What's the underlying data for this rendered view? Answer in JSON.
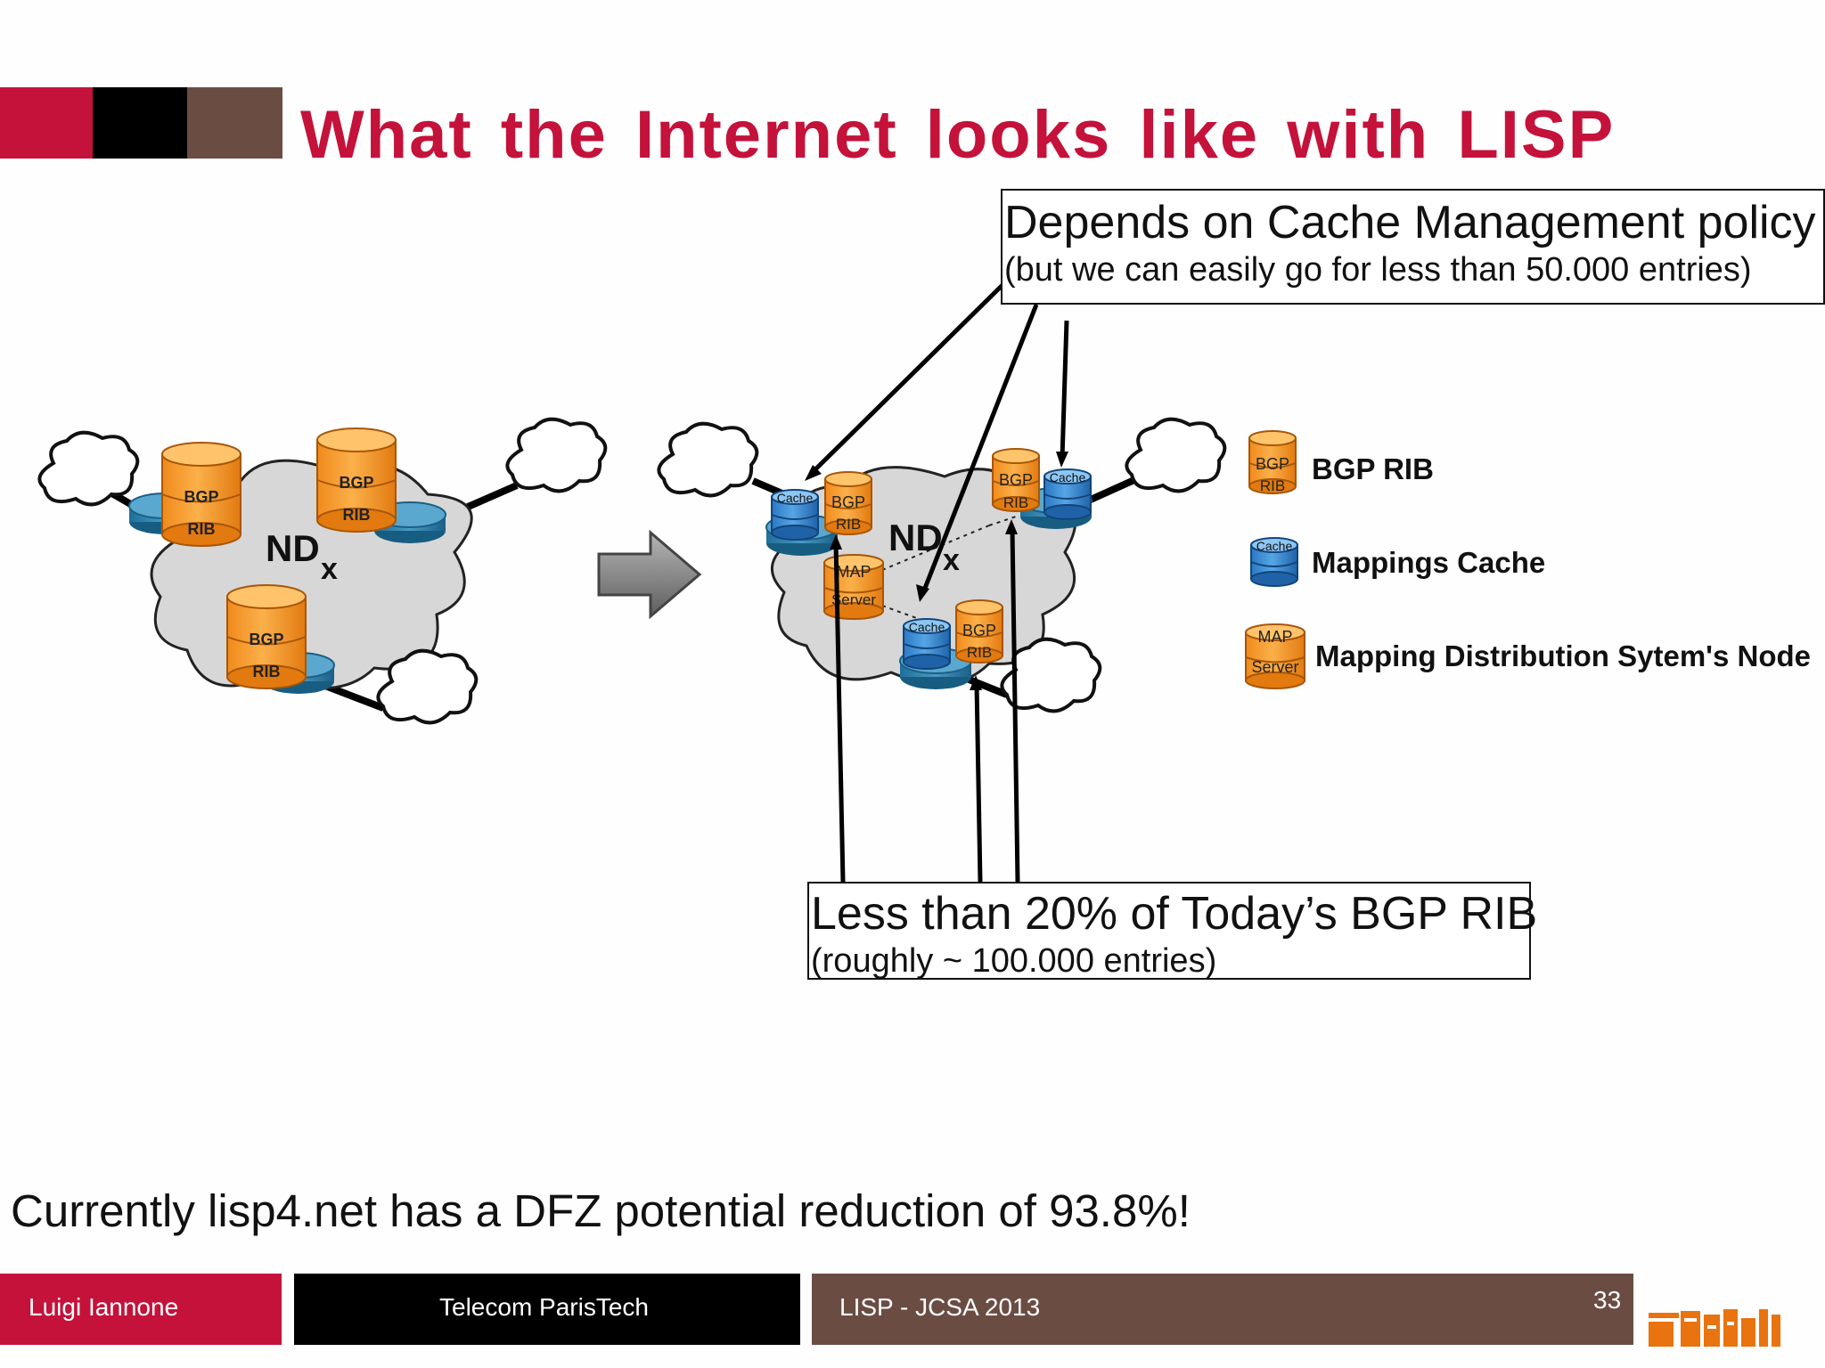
{
  "slide": {
    "title": "What the Internet looks like with LISP",
    "bottom_text": "Currently lisp4.net has a DFZ potential reduction of 93.8%!"
  },
  "header_colors": [
    "#c4123a",
    "#000000",
    "#6b4c43"
  ],
  "callouts": {
    "top": {
      "line1": "Depends on Cache Management policy",
      "line2": "(but we can easily go for less than 50.000 entries)"
    },
    "bottom": {
      "line1": "Less than 20% of Today’s BGP RIB",
      "line2": "(roughly ~ 100.000 entries)"
    }
  },
  "diagram": {
    "domain_label": "ND",
    "domain_subscript": "x",
    "bgp_top": "BGP",
    "bgp_bottom": "RIB",
    "cache": "Cache",
    "map_top": "MAP",
    "map_bottom": "Server"
  },
  "legend": [
    {
      "icon": "bgp-rib-icon",
      "label": "BGP RIB"
    },
    {
      "icon": "mappings-cache-icon",
      "label": "Mappings Cache"
    },
    {
      "icon": "map-server-icon",
      "label": "Mapping Distribution Sytem's Node"
    }
  ],
  "footer": {
    "author": "Luigi Iannone",
    "institution": "Telecom ParisTech",
    "event": "LISP - JCSA 2013",
    "page_number": "33",
    "colors": {
      "author": "#c4123a",
      "institution": "#000000",
      "event": "#6b4c43"
    }
  }
}
